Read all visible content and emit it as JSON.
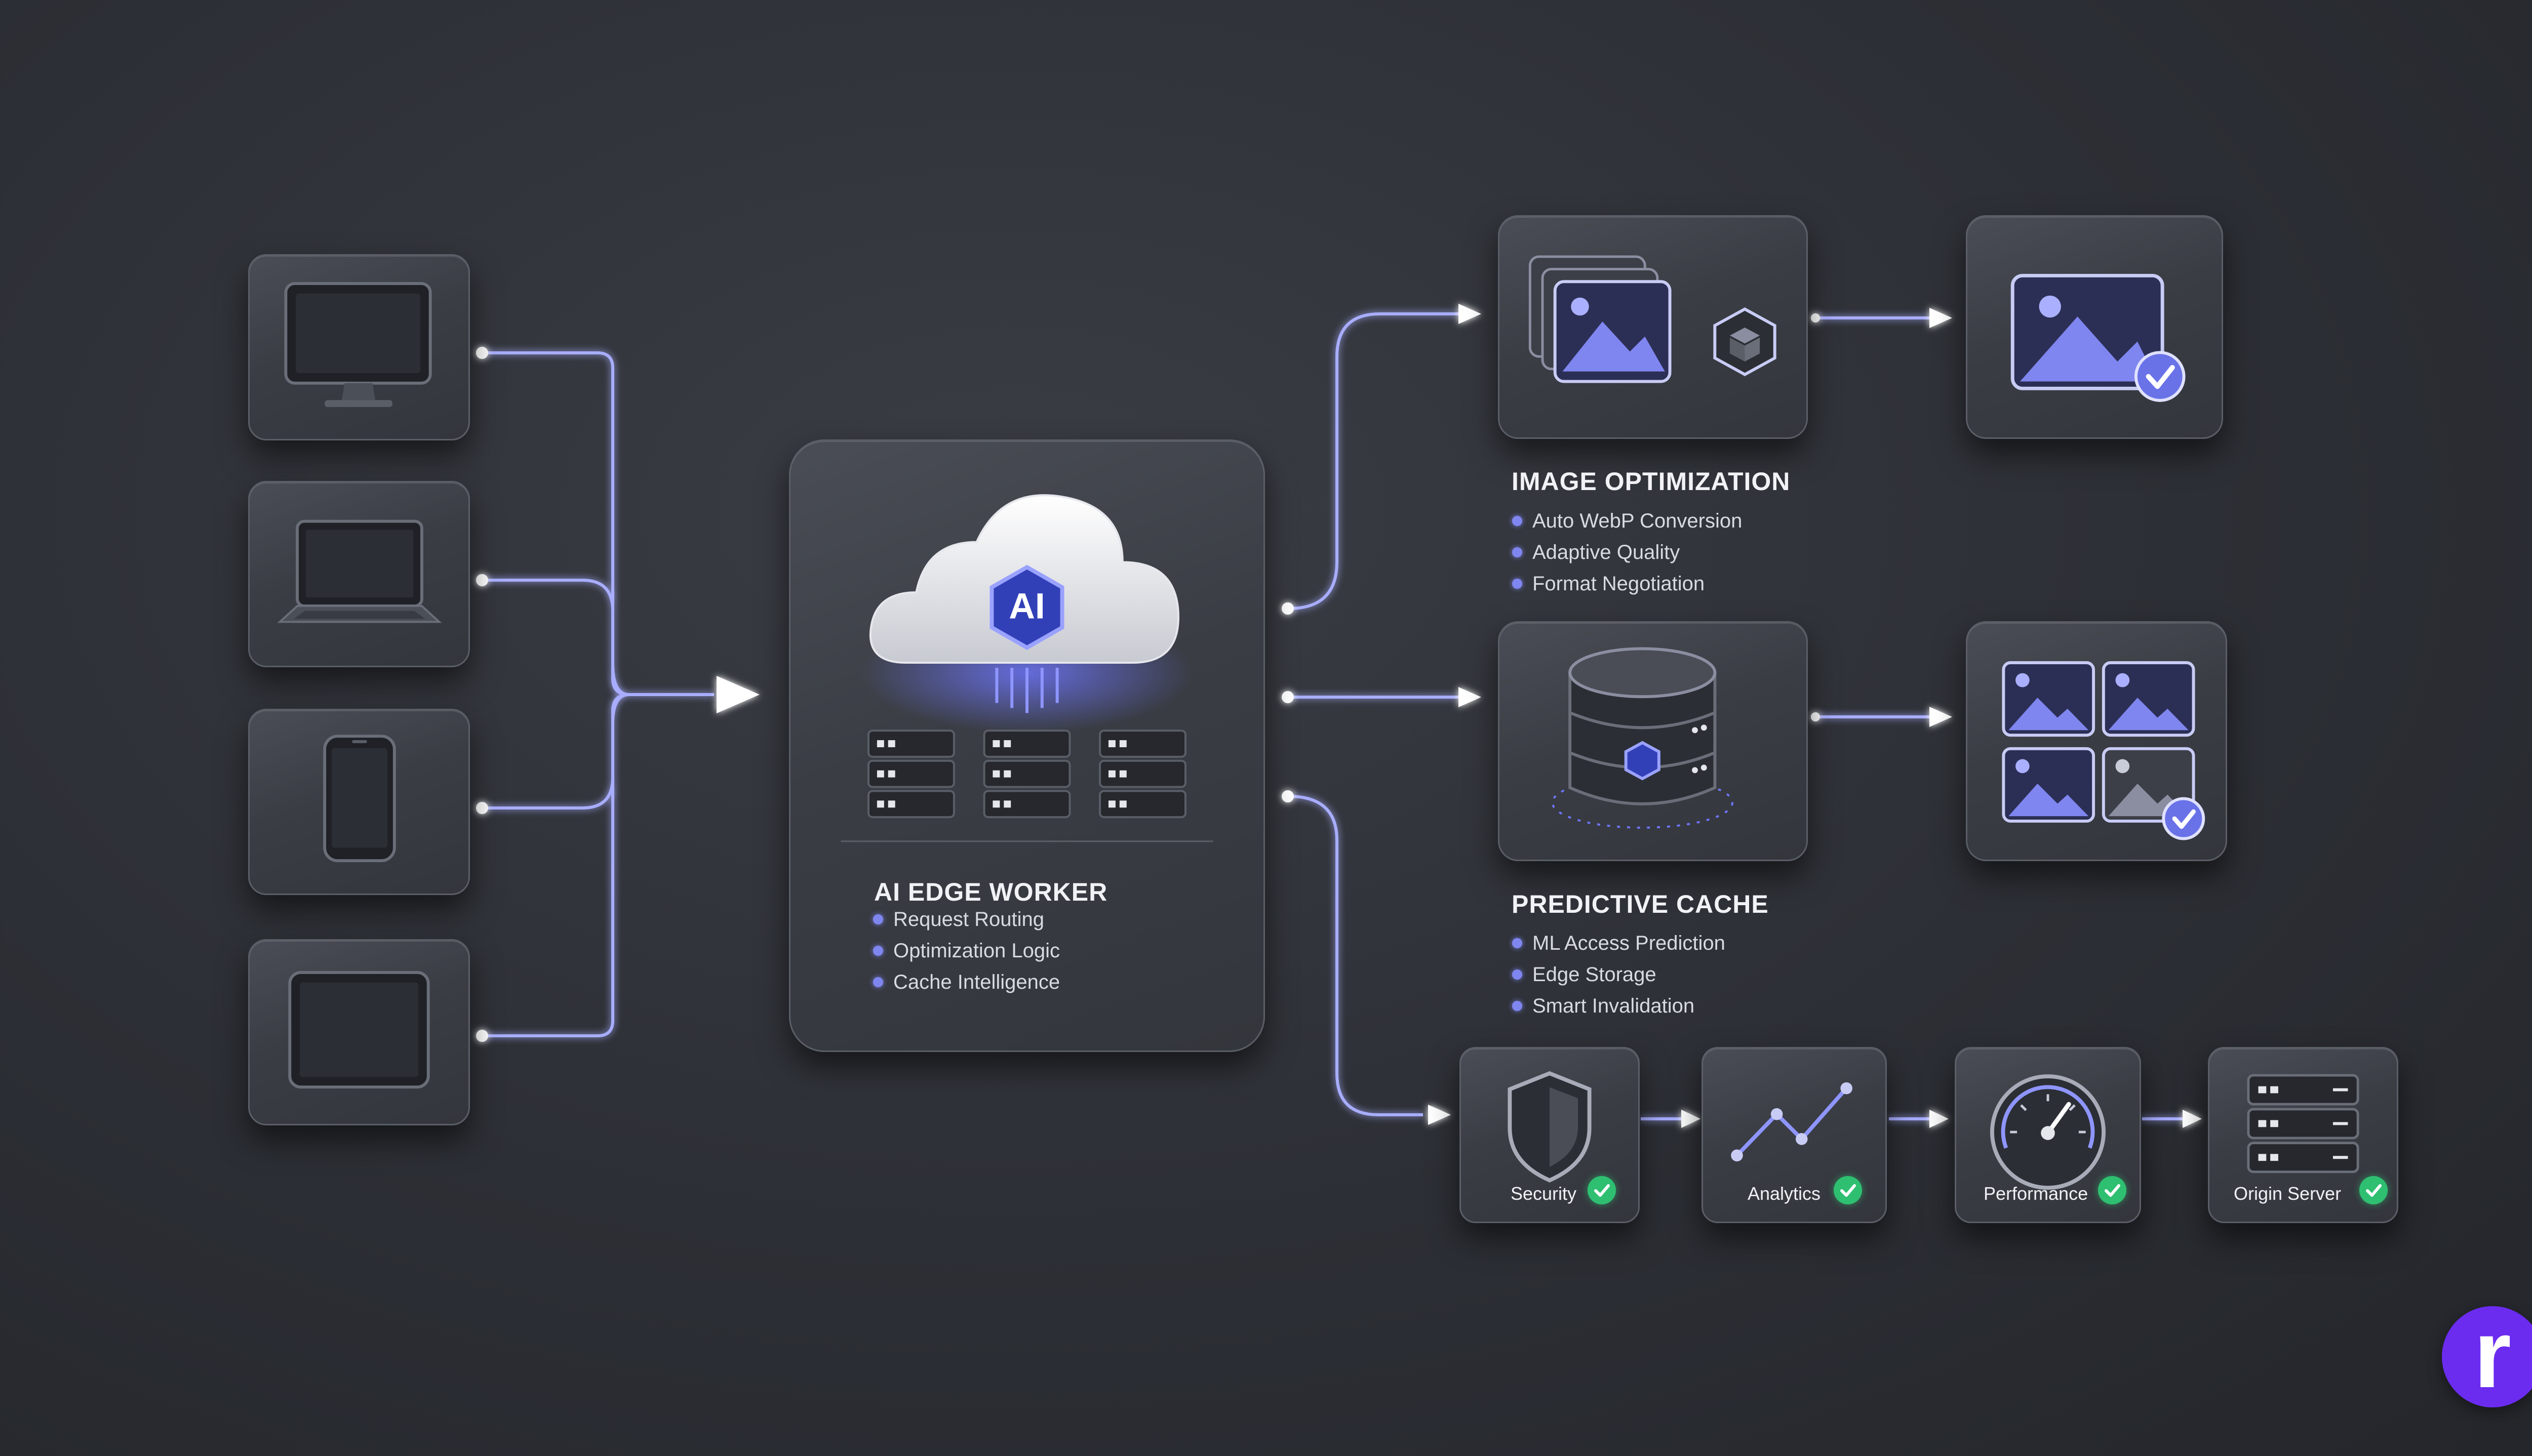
{
  "clients": [
    {
      "name": "Desktop",
      "icon": "monitor-icon"
    },
    {
      "name": "Laptop",
      "icon": "laptop-icon"
    },
    {
      "name": "Phone",
      "icon": "smartphone-icon"
    },
    {
      "name": "Tablet",
      "icon": "tablet-icon"
    }
  ],
  "edge_worker": {
    "title": "AI EDGE WORKER",
    "bullets": [
      "Request Routing",
      "Optimization Logic",
      "Cache Intelligence"
    ],
    "badge_text": "AI",
    "icons": [
      "cloud-icon",
      "server-rack-icon"
    ]
  },
  "image_optimization": {
    "title": "IMAGE OPTIMIZATION",
    "bullets": [
      "Auto WebP Conversion",
      "Adaptive Quality",
      "Format Negotiation"
    ],
    "icons": [
      "image-stack-icon",
      "cube-icon",
      "optimized-image-icon"
    ]
  },
  "predictive_cache": {
    "title": "PREDICTIVE CACHE",
    "bullets": [
      "ML Access Prediction",
      "Edge Storage",
      "Smart Invalidation"
    ],
    "icons": [
      "database-icon",
      "image-grid-icon"
    ]
  },
  "pipeline": [
    {
      "label": "Security",
      "icon": "shield-icon",
      "status": "checked"
    },
    {
      "label": "Analytics",
      "icon": "line-chart-icon",
      "status": "checked"
    },
    {
      "label": "Performance",
      "icon": "gauge-icon",
      "status": "checked"
    },
    {
      "label": "Origin Server",
      "icon": "server-icon",
      "status": "checked"
    }
  ],
  "brand_logo": {
    "letter": "r",
    "color": "#6b2cf0"
  },
  "colors": {
    "accent": "#7f86f0",
    "glow": "#8e95ff",
    "card": "#3a3d44",
    "success": "#2fbf71",
    "background": "#2c2f35"
  }
}
